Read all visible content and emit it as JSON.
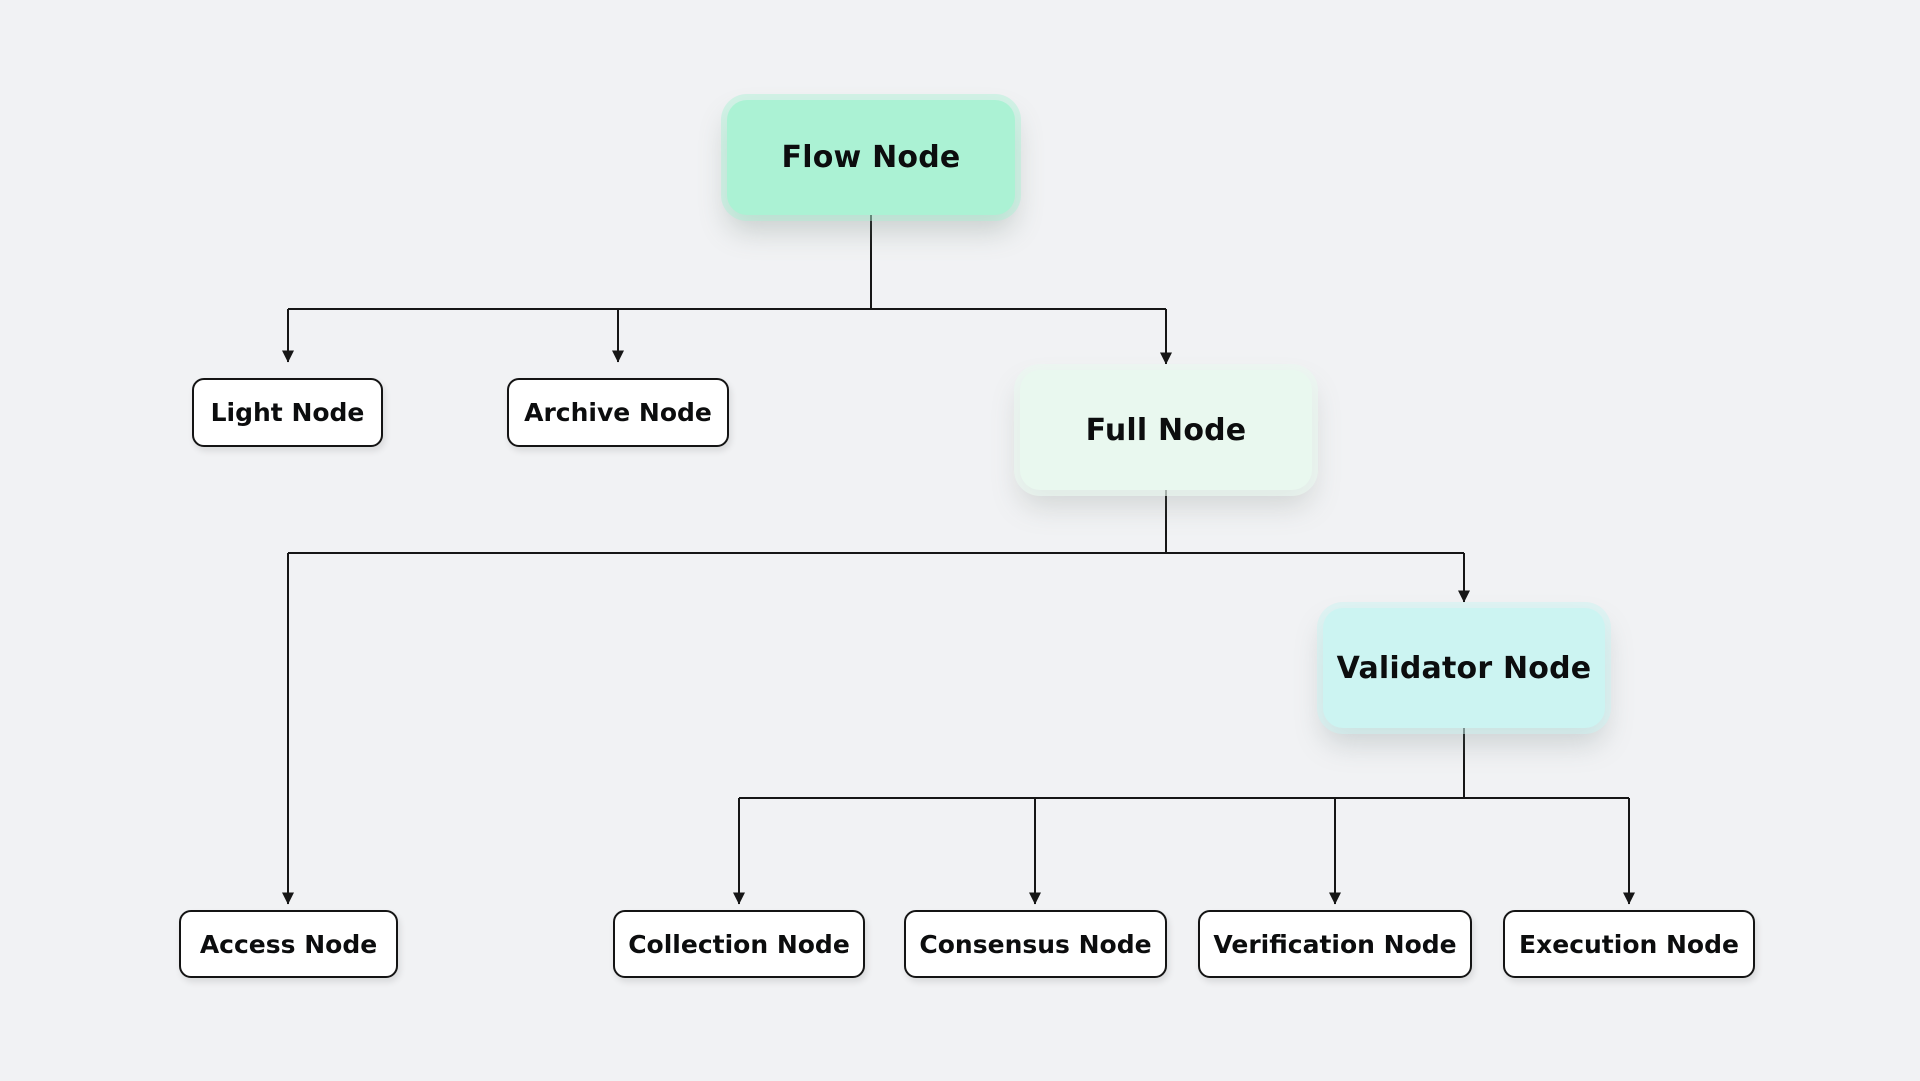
{
  "diagram": {
    "type": "org-chart / tree diagram",
    "background_color": "#f1f2f4",
    "connector_color": "#161616",
    "nodes": {
      "flow": {
        "label": "Flow Node",
        "style": "mint-card",
        "fill": "#abf2d4"
      },
      "light": {
        "label": "Light Node",
        "style": "white-outlined",
        "fill": "#ffffff"
      },
      "archive": {
        "label": "Archive Node",
        "style": "white-outlined",
        "fill": "#ffffff"
      },
      "full": {
        "label": "Full Node",
        "style": "pale-mint-card",
        "fill": "#e9f8ef"
      },
      "access": {
        "label": "Access Node",
        "style": "white-outlined",
        "fill": "#ffffff"
      },
      "validator": {
        "label": "Validator Node",
        "style": "cyan-card",
        "fill": "#ccf4f2"
      },
      "collection": {
        "label": "Collection Node",
        "style": "white-outlined",
        "fill": "#ffffff"
      },
      "consensus": {
        "label": "Consensus Node",
        "style": "white-outlined",
        "fill": "#ffffff"
      },
      "verification": {
        "label": "Verification Node",
        "style": "white-outlined",
        "fill": "#ffffff"
      },
      "execution": {
        "label": "Execution Node",
        "style": "white-outlined",
        "fill": "#ffffff"
      }
    },
    "edges": [
      {
        "from": "flow",
        "to": "light"
      },
      {
        "from": "flow",
        "to": "archive"
      },
      {
        "from": "flow",
        "to": "full"
      },
      {
        "from": "full",
        "to": "access"
      },
      {
        "from": "full",
        "to": "validator"
      },
      {
        "from": "validator",
        "to": "collection"
      },
      {
        "from": "validator",
        "to": "consensus"
      },
      {
        "from": "validator",
        "to": "verification"
      },
      {
        "from": "validator",
        "to": "execution"
      }
    ]
  }
}
